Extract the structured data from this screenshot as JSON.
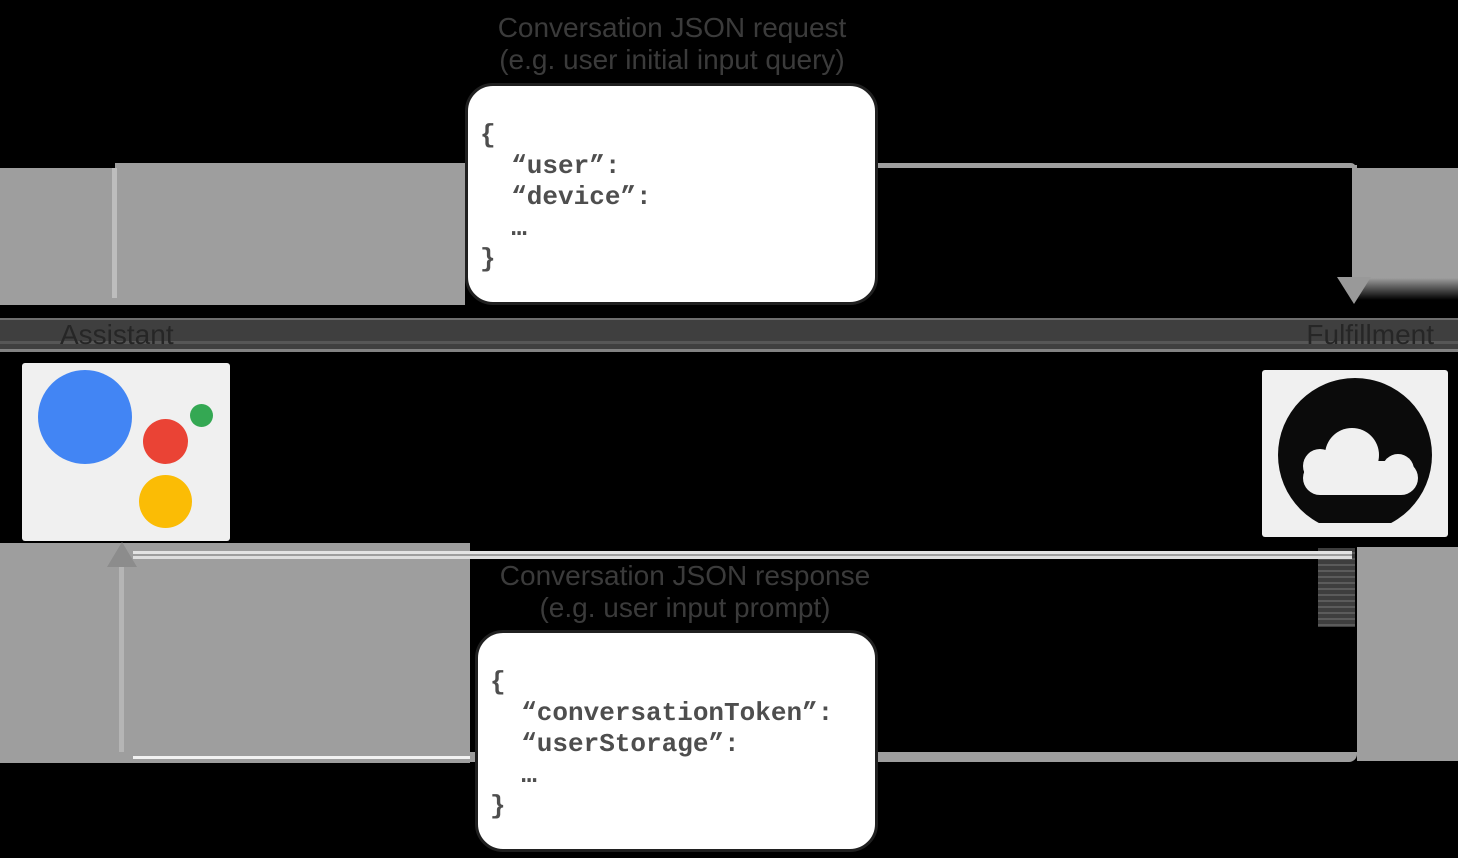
{
  "request_flow": {
    "label_line1": "Conversation JSON request",
    "label_line2": "(e.g. user initial input query)",
    "code": [
      "{",
      "  “user”:",
      "  “device”:",
      "  …",
      "}"
    ]
  },
  "response_flow": {
    "label_line1": "Conversation JSON response",
    "label_line2": "(e.g. user input prompt)",
    "code": [
      "{",
      "  “conversationToken”:",
      "  “userStorage”:",
      "  …",
      "}"
    ]
  },
  "actors": {
    "assistant": {
      "label": "Assistant",
      "icon": "google-assistant-logo"
    },
    "fulfillment": {
      "label": "Fulfillment",
      "icon": "google-cloud-logo"
    }
  },
  "colors": {
    "background": "#000000",
    "arrow_gray": "#9E9E9E",
    "band_dark": "#3F3F3F",
    "flow_label_text": "#3B3B3B",
    "band_label_text": "#262626",
    "code_text": "#4E4E4E",
    "box_background": "#FFFFFF",
    "box_border": "#202020",
    "card_background": "#F0F0F0",
    "google_blue": "#4285F4",
    "google_red": "#EA4335",
    "google_yellow": "#FBBC05",
    "google_green": "#34A853",
    "cloud_icon_black": "#0B0B0B"
  }
}
